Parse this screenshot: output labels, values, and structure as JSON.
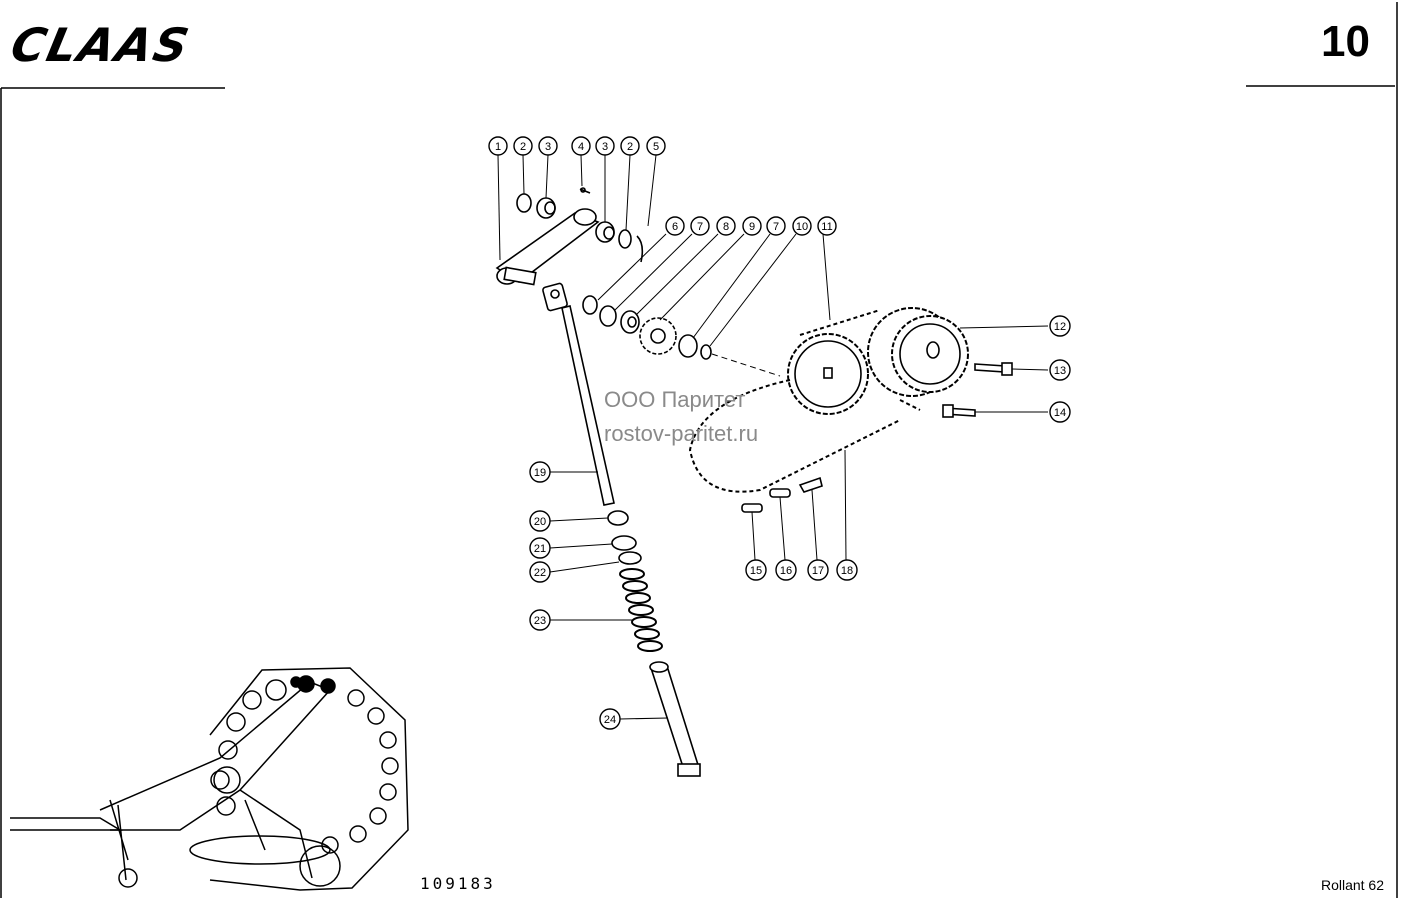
{
  "header": {
    "logo_text": "CLAAS",
    "page_number": "10"
  },
  "footer": {
    "drawing_number": "109183",
    "model": "Rollant 62"
  },
  "watermark": {
    "line1": "ООО Паритет",
    "line2": "rostov-paritet.ru"
  },
  "callouts": [
    {
      "label": "1"
    },
    {
      "label": "2"
    },
    {
      "label": "3"
    },
    {
      "label": "4"
    },
    {
      "label": "3"
    },
    {
      "label": "2"
    },
    {
      "label": "5"
    },
    {
      "label": "6"
    },
    {
      "label": "7"
    },
    {
      "label": "8"
    },
    {
      "label": "9"
    },
    {
      "label": "7"
    },
    {
      "label": "10"
    },
    {
      "label": "11"
    },
    {
      "label": "12"
    },
    {
      "label": "13"
    },
    {
      "label": "14"
    },
    {
      "label": "15"
    },
    {
      "label": "16"
    },
    {
      "label": "17"
    },
    {
      "label": "18"
    },
    {
      "label": "19"
    },
    {
      "label": "20"
    },
    {
      "label": "21"
    },
    {
      "label": "22"
    },
    {
      "label": "23"
    },
    {
      "label": "24"
    }
  ],
  "icons": {
    "logo": "claas-logo",
    "baler": "baler-overview-icon"
  }
}
